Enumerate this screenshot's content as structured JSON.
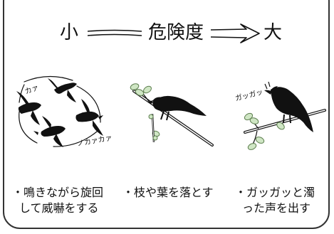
{
  "scale": {
    "small_label": "小",
    "danger_label": "危険度",
    "large_label": "大"
  },
  "panels": [
    {
      "id": "circling",
      "sound_1": "カァ",
      "sound_2": "ノカァカァ",
      "caption_line_1": "・鳴きながら旋回",
      "caption_line_2": "して威嚇をする"
    },
    {
      "id": "dropping",
      "caption_line_1": "・枝や葉を落とす"
    },
    {
      "id": "calling",
      "sound_1": "ガッガッ",
      "caption_line_1": "・ガッガッと濁",
      "caption_line_2": "った声を出す"
    }
  ],
  "colors": {
    "ink": "#111111",
    "frame": "#333333",
    "leaf": "#cfe6c4",
    "leaf_stroke": "#5d7e4f"
  }
}
